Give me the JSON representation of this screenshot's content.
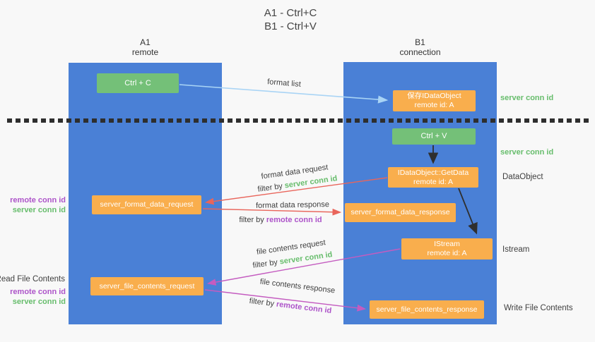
{
  "title": {
    "line1": "A1 - Ctrl+C",
    "line2": "B1 - Ctrl+V"
  },
  "columns": {
    "left": {
      "name": "A1",
      "role": "remote"
    },
    "right": {
      "name": "B1",
      "role": "connection"
    }
  },
  "boxes": {
    "ctrl_c": "Ctrl + C",
    "ctrl_v": "Ctrl + V",
    "save_idataobject": {
      "line1": "保存IDataObject",
      "line2": "remote id: A"
    },
    "getdata": {
      "line1": "IDataObject::GetData",
      "line2": "remote id: A"
    },
    "istream": {
      "line1": "IStream",
      "line2": "remote id: A"
    },
    "format_request": "server_format_data_request",
    "format_response": "server_format_data_response",
    "file_request": "server_file_contents_request",
    "file_response": "server_file_contents_response"
  },
  "arrow_labels": {
    "format_list": "format list",
    "format_data_request": "format data request",
    "format_data_response": "format data response",
    "file_contents_request": "file contents request",
    "file_contents_response": "file contents response",
    "filter_by": "filter by",
    "server_conn_id": "server conn id",
    "remote_conn_id": "remote conn id"
  },
  "side_labels": {
    "server_conn_id_top": "server conn id",
    "server_conn_id_mid": "server conn id",
    "dataobject": "DataObject",
    "istream": "Istream",
    "write_file_contents": "Write File Contents",
    "read_file_contents": "Read File Contents",
    "remote_conn_id_left1": "remote conn id",
    "server_conn_id_left1": "server conn id",
    "remote_conn_id_left2": "remote conn id",
    "server_conn_id_left2": "server conn id"
  },
  "colors": {
    "column_blue": "#4a80d6",
    "box_orange": "#f9ae4d",
    "box_green": "#74c078",
    "arrow_red": "#e9655b",
    "arrow_magenta": "#c45cc0",
    "arrow_blue": "#a9d4f5",
    "arrow_black": "#2f2f2f",
    "text_green": "#67bd6c",
    "text_purple": "#ad54c9"
  }
}
